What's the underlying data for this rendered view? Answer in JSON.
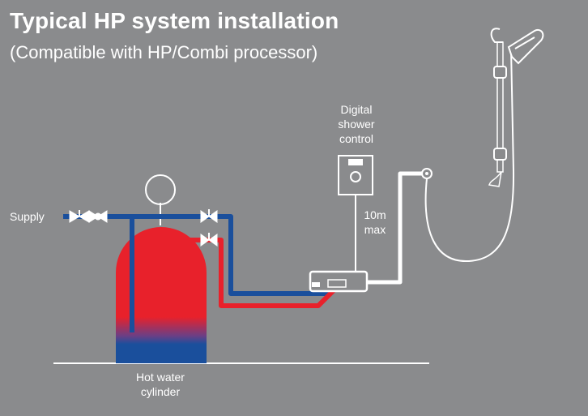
{
  "title": "Typical HP system installation",
  "subtitle": "(Compatible with HP/Combi processor)",
  "labels": {
    "supply": "Supply",
    "control_line1": "Digital",
    "control_line2": "shower",
    "control_line3": "control",
    "distance_line1": "10m",
    "distance_line2": "max",
    "cylinder_line1": "Hot water",
    "cylinder_line2": "cylinder"
  },
  "colors": {
    "background": "#8a8b8d",
    "hot_pipe": "#e8212b",
    "cold_pipe": "#1a4f9c",
    "white": "#ffffff"
  },
  "icons": [
    "valve-icon",
    "pressure-vessel-icon",
    "shower-control-icon",
    "processor-icon",
    "shower-head-icon",
    "shower-hose-icon"
  ]
}
